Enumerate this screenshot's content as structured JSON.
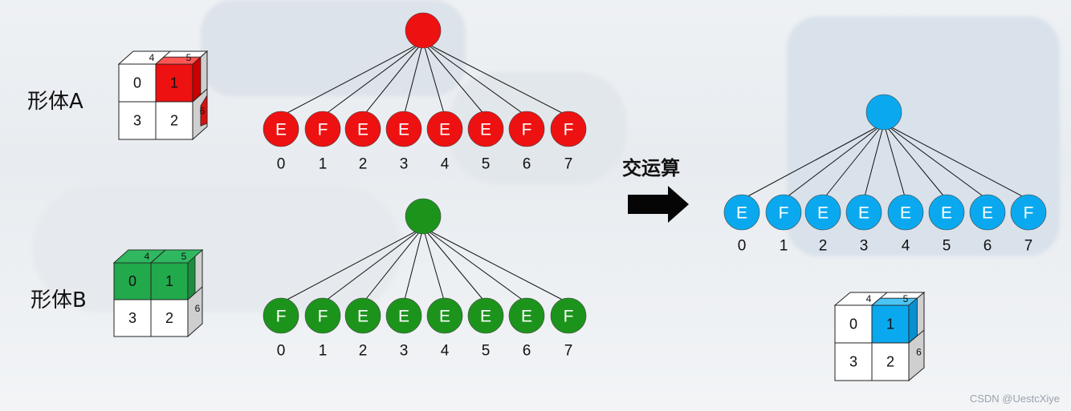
{
  "labels": {
    "shape_a": "形体A",
    "shape_b": "形体B",
    "operation": "交运算",
    "watermark": "CSDN @UestcXiye"
  },
  "colors": {
    "red": "#ee1111",
    "green": "#1c941c",
    "blue": "#0aa9ef",
    "green_cube": "#22a94c",
    "blue_cube": "#0aa9ef"
  },
  "trees": [
    {
      "name": "tree-a",
      "color": "red",
      "nodes": [
        "E",
        "F",
        "E",
        "E",
        "E",
        "E",
        "F",
        "F"
      ],
      "indices": [
        "0",
        "1",
        "2",
        "3",
        "4",
        "5",
        "6",
        "7"
      ]
    },
    {
      "name": "tree-b",
      "color": "green",
      "nodes": [
        "F",
        "F",
        "E",
        "E",
        "E",
        "E",
        "E",
        "F"
      ],
      "indices": [
        "0",
        "1",
        "2",
        "3",
        "4",
        "5",
        "6",
        "7"
      ]
    },
    {
      "name": "tree-result",
      "color": "blue",
      "nodes": [
        "E",
        "F",
        "E",
        "E",
        "E",
        "E",
        "E",
        "F"
      ],
      "indices": [
        "0",
        "1",
        "2",
        "3",
        "4",
        "5",
        "6",
        "7"
      ]
    }
  ],
  "cubes": [
    {
      "name": "cube-a",
      "front": [
        "0",
        "1",
        "3",
        "2"
      ],
      "top": [
        "4",
        "5"
      ],
      "side": "6"
    },
    {
      "name": "cube-b",
      "front": [
        "0",
        "1",
        "3",
        "2"
      ],
      "top": [
        "4",
        "5"
      ],
      "side": "6"
    },
    {
      "name": "cube-result",
      "front": [
        "0",
        "1",
        "3",
        "2"
      ],
      "top": [
        "4",
        "5"
      ],
      "side": "6"
    }
  ]
}
